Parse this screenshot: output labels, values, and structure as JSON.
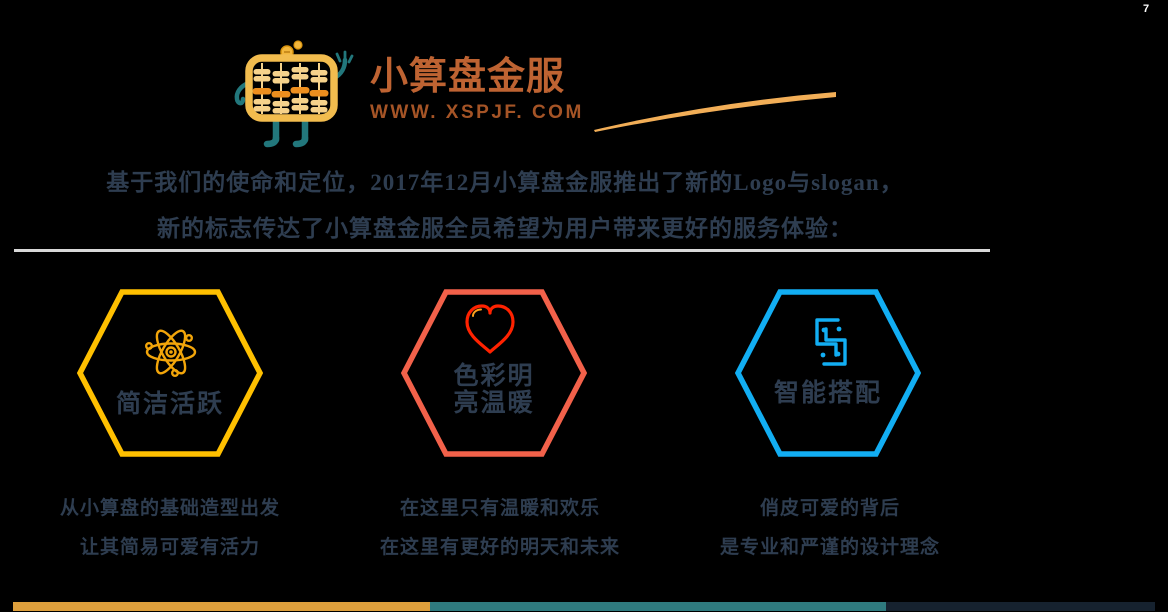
{
  "page": {
    "number": "7",
    "number_color": "#FFFFFF",
    "background": "#000000"
  },
  "brand": {
    "title": "小算盘金服",
    "title_color": "#BE6332",
    "url": "WWW. XSPJF. COM",
    "url_color": "#A55426",
    "swoosh_color": "#F2AE57",
    "logo": {
      "icon": "abacus-mascot-logo-icon",
      "frame_color": "#F2BC4E",
      "bead_color": "#F6D28B",
      "bead_accent_color": "#ED8E1E",
      "limb_color": "#22777C",
      "coin_color": "#F2B63C"
    }
  },
  "intro": {
    "line1": "基于我们的使命和定位，2017年12月小算盘金服推出了新的Logo与slogan，",
    "line2": "新的标志传达了小算盘金服全员希望为用户带来更好的服务体验：",
    "text_color": "#2E3D50"
  },
  "divider_color": "#D8D8D8",
  "features": [
    {
      "icon": "atom-icon",
      "icon_color": "#F2A50A",
      "hex_color": "#FFC000",
      "label_lines": [
        "简洁活跃"
      ],
      "desc_lines": [
        "从小算盘的基础造型出发",
        "让其简易可爱有活力"
      ]
    },
    {
      "icon": "heart-icon",
      "icon_color": "#FF2200",
      "icon_accent": "#FFA21E",
      "hex_color": "#F2614A",
      "label_lines": [
        "色彩明",
        "亮温暖"
      ],
      "desc_lines": [
        "在这里只有温暖和欢乐",
        "在这里有更好的明天和未来"
      ]
    },
    {
      "icon": "interlock-icon",
      "icon_color": "#12AEF3",
      "hex_color": "#12AEF3",
      "label_lines": [
        "智能搭配"
      ],
      "desc_lines": [
        "俏皮可爱的背后",
        "是专业和严谨的设计理念"
      ]
    }
  ],
  "footer": {
    "segments": [
      {
        "color": "#DD9F3C"
      },
      {
        "color": "#2F7A7E"
      },
      {
        "color": "#16222F"
      }
    ]
  },
  "text_color": "#2E3D50"
}
